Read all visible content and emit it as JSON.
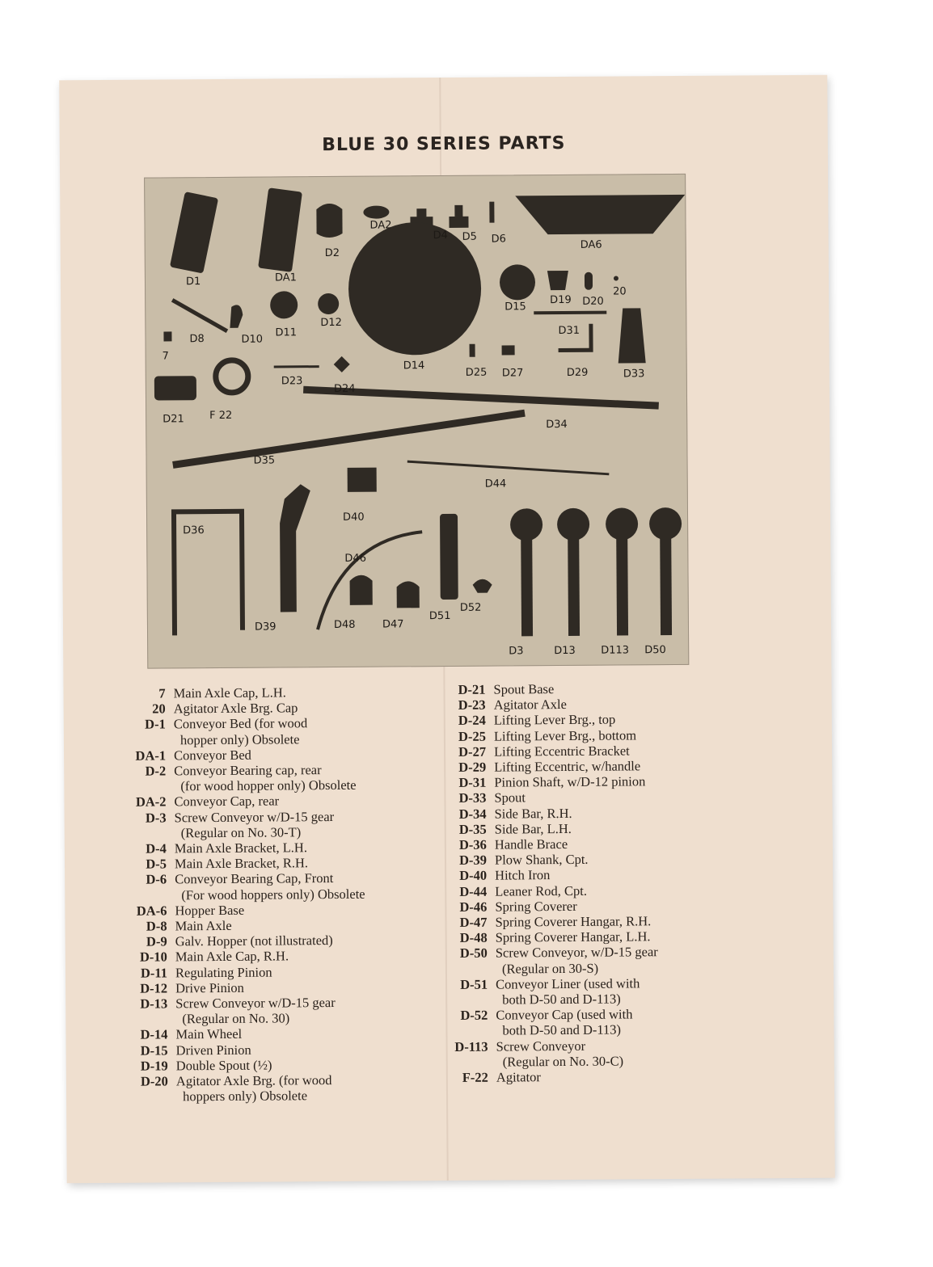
{
  "title": "BLUE 30 SERIES PARTS",
  "figure_labels": [
    "D1",
    "DA1",
    "D2",
    "DA2",
    "D4",
    "D5",
    "D6",
    "DA6",
    "20",
    "D19",
    "D20",
    "D15",
    "D31",
    "D33",
    "D29",
    "D27",
    "D25",
    "D14",
    "D12",
    "D11",
    "D10",
    "D8",
    "7",
    "D23",
    "D24",
    "D21",
    "F 22",
    "D34",
    "D35",
    "D44",
    "D40",
    "D36",
    "D39",
    "D46",
    "D48",
    "D47",
    "D51",
    "D52",
    "D3",
    "D13",
    "D113",
    "D50"
  ],
  "parts_left": [
    {
      "code": "7",
      "lines": [
        "Main Axle Cap, L.H."
      ]
    },
    {
      "code": "20",
      "lines": [
        "Agitator Axle Brg. Cap"
      ]
    },
    {
      "code": "D-1",
      "lines": [
        "Conveyor Bed (for wood",
        "hopper only) Obsolete"
      ]
    },
    {
      "code": "DA-1",
      "lines": [
        "Conveyor Bed"
      ]
    },
    {
      "code": "D-2",
      "lines": [
        "Conveyor Bearing cap, rear",
        "(for wood hopper only) Obsolete"
      ]
    },
    {
      "code": "DA-2",
      "lines": [
        "Conveyor Cap, rear"
      ]
    },
    {
      "code": "D-3",
      "lines": [
        "Screw Conveyor w/D-15 gear",
        "(Regular on No. 30-T)"
      ]
    },
    {
      "code": "D-4",
      "lines": [
        "Main Axle Bracket, L.H."
      ]
    },
    {
      "code": "D-5",
      "lines": [
        "Main Axle Bracket, R.H."
      ]
    },
    {
      "code": "D-6",
      "lines": [
        "Conveyor Bearing Cap, Front",
        "(For wood hoppers only) Obsolete"
      ]
    },
    {
      "code": "DA-6",
      "lines": [
        "Hopper Base"
      ]
    },
    {
      "code": "D-8",
      "lines": [
        "Main Axle"
      ]
    },
    {
      "code": "D-9",
      "lines": [
        "Galv. Hopper (not illustrated)"
      ]
    },
    {
      "code": "D-10",
      "lines": [
        "Main Axle Cap, R.H."
      ]
    },
    {
      "code": "D-11",
      "lines": [
        "Regulating Pinion"
      ]
    },
    {
      "code": "D-12",
      "lines": [
        "Drive Pinion"
      ]
    },
    {
      "code": "D-13",
      "lines": [
        "Screw Conveyor w/D-15 gear",
        "(Regular on No. 30)"
      ]
    },
    {
      "code": "D-14",
      "lines": [
        "Main Wheel"
      ]
    },
    {
      "code": "D-15",
      "lines": [
        "Driven Pinion"
      ]
    },
    {
      "code": "D-19",
      "lines": [
        "Double Spout (½)"
      ]
    },
    {
      "code": "D-20",
      "lines": [
        "Agitator Axle Brg. (for wood",
        "hoppers only) Obsolete"
      ]
    }
  ],
  "parts_right": [
    {
      "code": "D-21",
      "lines": [
        "Spout Base"
      ]
    },
    {
      "code": "D-23",
      "lines": [
        "Agitator Axle"
      ]
    },
    {
      "code": "D-24",
      "lines": [
        "Lifting Lever Brg., top"
      ]
    },
    {
      "code": "D-25",
      "lines": [
        "Lifting Lever Brg., bottom"
      ]
    },
    {
      "code": "D-27",
      "lines": [
        "Lifting Eccentric Bracket"
      ]
    },
    {
      "code": "D-29",
      "lines": [
        "Lifting Eccentric, w/handle"
      ]
    },
    {
      "code": "D-31",
      "lines": [
        "Pinion Shaft, w/D-12 pinion"
      ]
    },
    {
      "code": "D-33",
      "lines": [
        "Spout"
      ]
    },
    {
      "code": "D-34",
      "lines": [
        "Side Bar, R.H."
      ]
    },
    {
      "code": "D-35",
      "lines": [
        "Side Bar, L.H."
      ]
    },
    {
      "code": "D-36",
      "lines": [
        "Handle Brace"
      ]
    },
    {
      "code": "D-39",
      "lines": [
        "Plow Shank, Cpt."
      ]
    },
    {
      "code": "D-40",
      "lines": [
        "Hitch Iron"
      ]
    },
    {
      "code": "D-44",
      "lines": [
        "Leaner Rod, Cpt."
      ]
    },
    {
      "code": "D-46",
      "lines": [
        "Spring Coverer"
      ]
    },
    {
      "code": "D-47",
      "lines": [
        "Spring Coverer Hangar, R.H."
      ]
    },
    {
      "code": "D-48",
      "lines": [
        "Spring Coverer Hangar, L.H."
      ]
    },
    {
      "code": "D-50",
      "lines": [
        "Screw Conveyor, w/D-15 gear",
        "(Regular on 30-S)"
      ]
    },
    {
      "code": "D-51",
      "lines": [
        "Conveyor Liner (used with",
        "both D-50 and D-113)"
      ]
    },
    {
      "code": "D-52",
      "lines": [
        "Conveyor Cap (used with",
        "both D-50 and D-113)"
      ]
    },
    {
      "code": "D-113",
      "lines": [
        "Screw Conveyor",
        "(Regular on No. 30-C)"
      ]
    },
    {
      "code": "F-22",
      "lines": [
        "Agitator"
      ]
    }
  ]
}
